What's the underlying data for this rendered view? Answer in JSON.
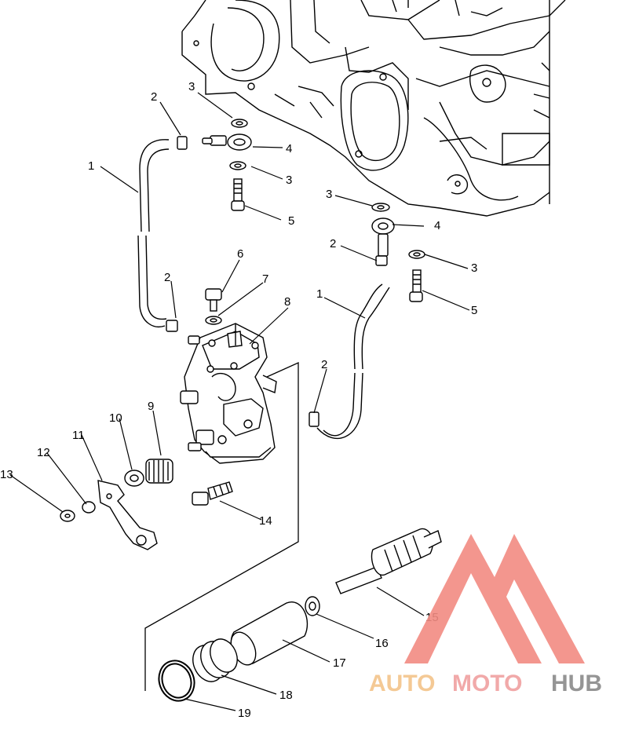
{
  "diagram": {
    "callouts": [
      "1",
      "2",
      "3",
      "4",
      "5",
      "6",
      "7",
      "8",
      "9",
      "10",
      "11",
      "12",
      "13",
      "14",
      "15",
      "16",
      "17",
      "18",
      "19"
    ]
  },
  "watermark": {
    "text_auto": "AUTO",
    "text_moto": "MOTO",
    "text_hub": "HUB",
    "colors": {
      "auto": "#f3c48a",
      "moto": "#f0a0a0",
      "hub": "#8a8a8a",
      "logo": "#f28b82"
    }
  }
}
